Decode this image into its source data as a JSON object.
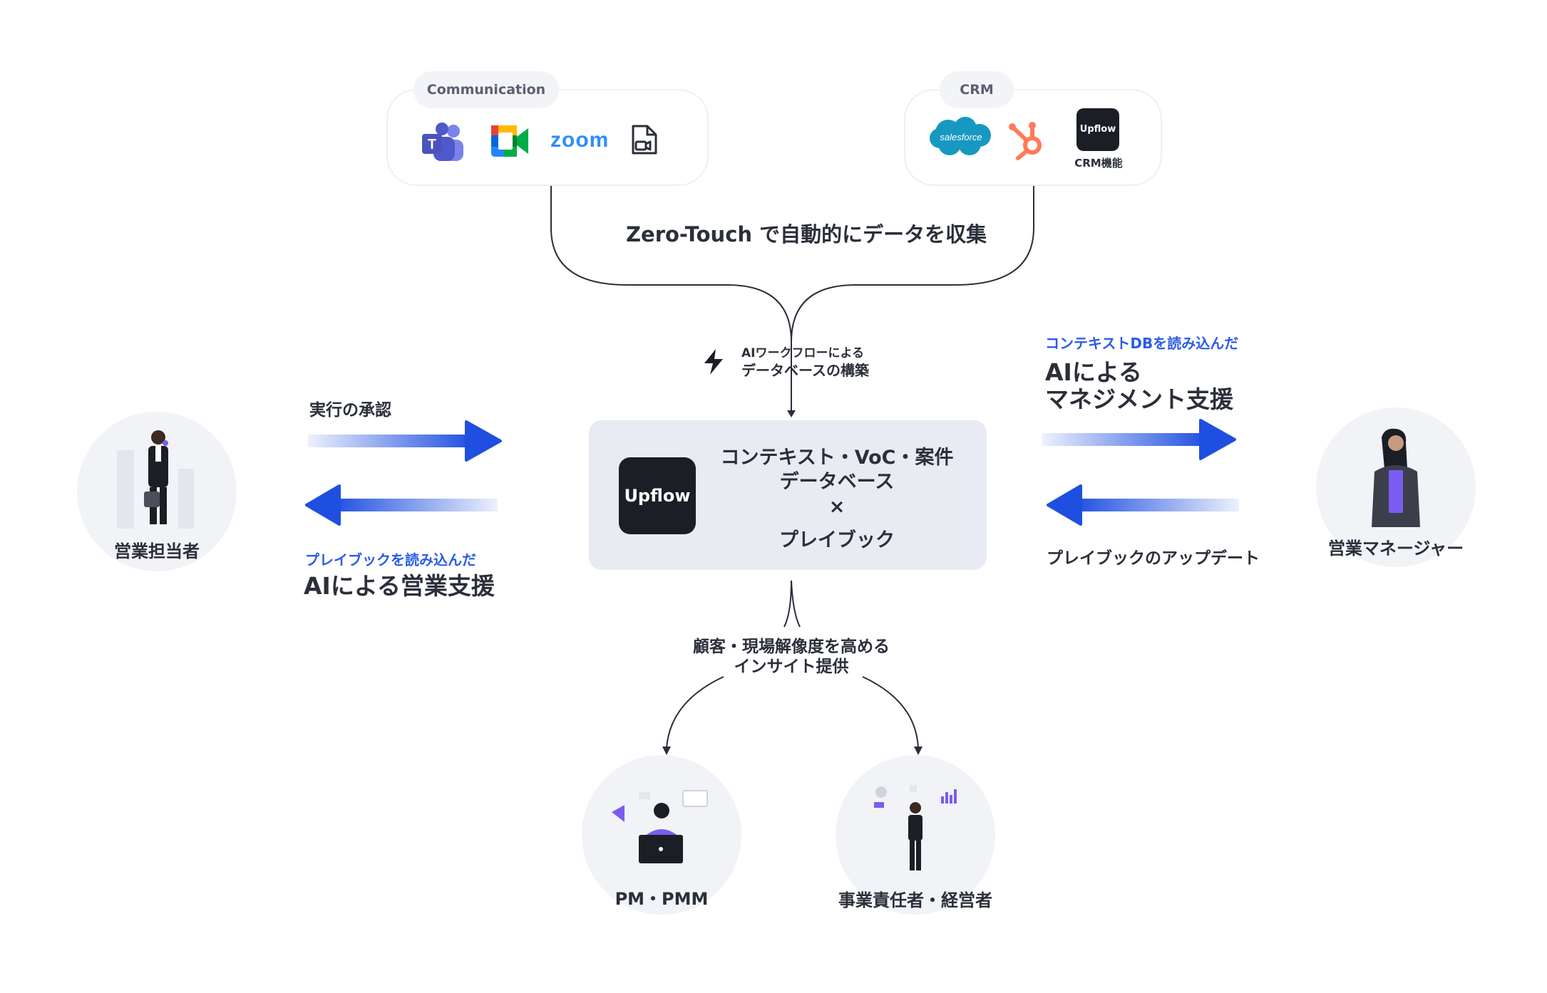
{
  "sources": {
    "communication": {
      "label": "Communication",
      "icons": [
        "teams-icon",
        "google-meet-icon",
        "zoom-icon",
        "video-file-icon"
      ],
      "zoom_text": "zoom"
    },
    "crm": {
      "label": "CRM",
      "icons": [
        "salesforce-icon",
        "hubspot-icon",
        "upflow-crm-icon"
      ],
      "salesforce_text": "salesforce",
      "upflow_text": "Upflow",
      "upflow_caption": "CRM機能"
    }
  },
  "collect_text": "Zero-Touch で自動的にデータを収集",
  "ai_workflow": {
    "line1": "AIワークフローによる",
    "line2": "データベースの構築"
  },
  "center": {
    "logo": "Upflow",
    "line1": "コンテキスト・VoC・案件",
    "line2": "データベース",
    "cross": "×",
    "line3": "プレイブック"
  },
  "left": {
    "top_label": "実行の承認",
    "blue_label": "プレイブックを読み込んだ",
    "bold_label": "AIによる営業支援",
    "role": "営業担当者"
  },
  "right": {
    "blue_label": "コンテキストDBを読み込んだ",
    "bold_line1": "AIによる",
    "bold_line2": "マネジメント支援",
    "bottom_label": "プレイブックのアップデート",
    "role": "営業マネージャー"
  },
  "bottom": {
    "insight_line1": "顧客・現場解像度を高める",
    "insight_line2": "インサイト提供",
    "role_left": "PM・PMM",
    "role_right": "事業責任者・経営者"
  },
  "colors": {
    "arrow_blue": "#1f4fe0",
    "accent_text_blue": "#2b5ce6",
    "panel_bg": "#e8ebf1",
    "circle_bg": "#f1f3f7",
    "logo_bg": "#1c1e25"
  }
}
